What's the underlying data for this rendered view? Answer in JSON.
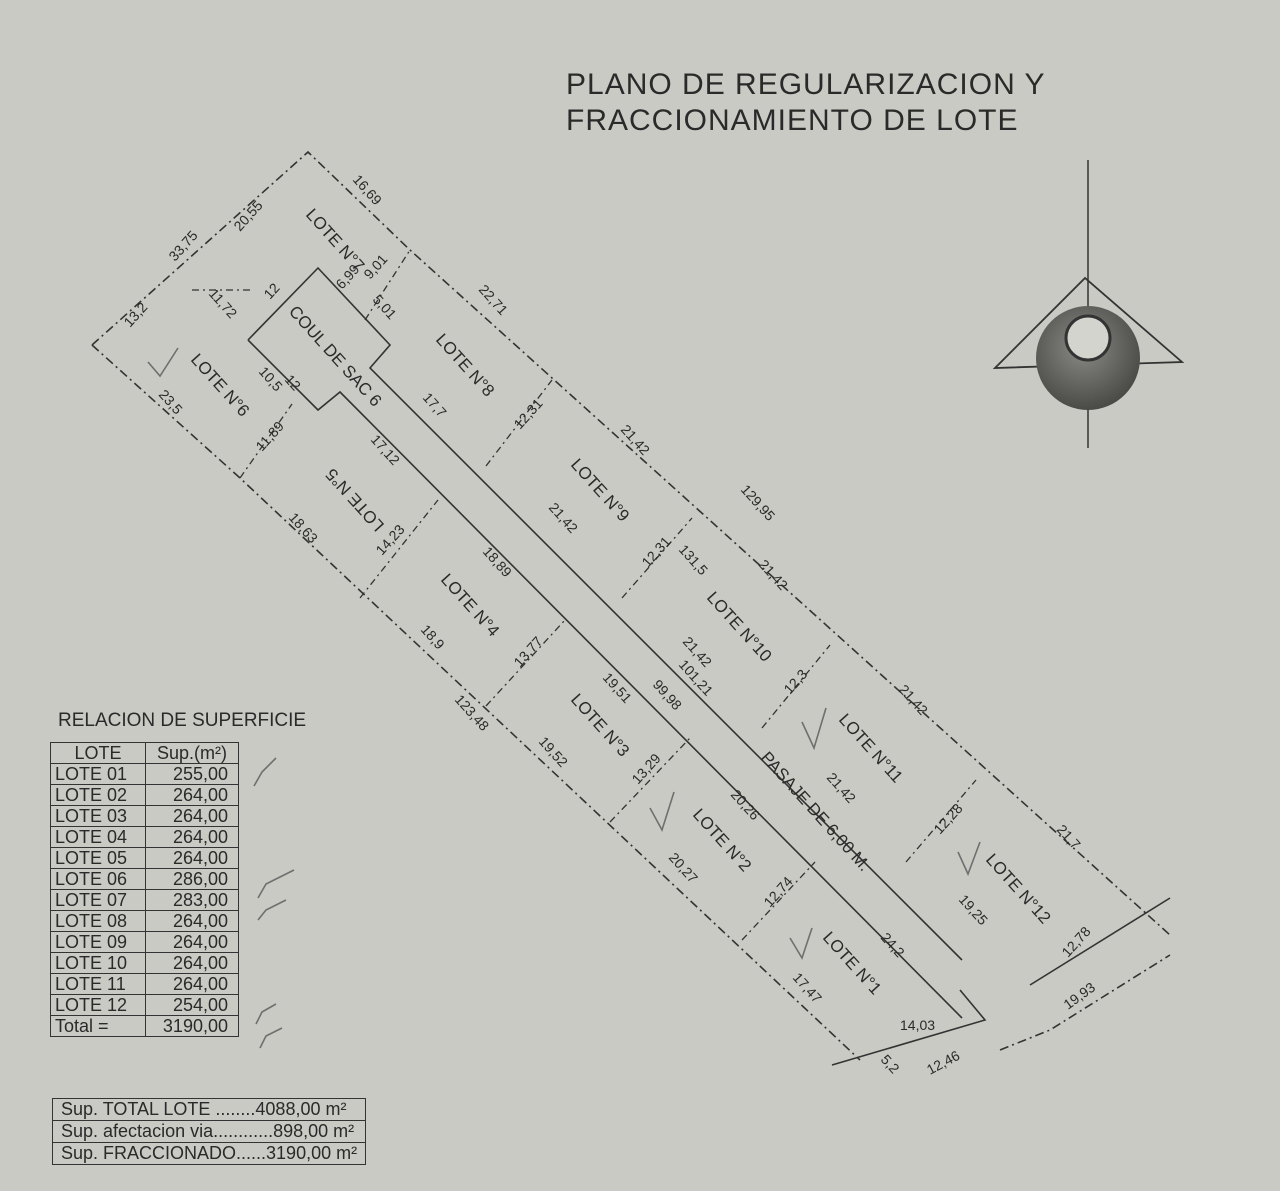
{
  "title": {
    "line1": "PLANO DE REGULARIZACION Y",
    "line2": "FRACCIONAMIENTO DE LOTE"
  },
  "table": {
    "title": "RELACION DE SUPERFICIE",
    "header": [
      "LOTE",
      "Sup.(m²)"
    ],
    "rows": [
      [
        "LOTE 01",
        "255,00"
      ],
      [
        "LOTE 02",
        "264,00"
      ],
      [
        "LOTE 03",
        "264,00"
      ],
      [
        "LOTE 04",
        "264,00"
      ],
      [
        "LOTE 05",
        "264,00"
      ],
      [
        "LOTE 06",
        "286,00"
      ],
      [
        "LOTE 07",
        "283,00"
      ],
      [
        "LOTE 08",
        "264,00"
      ],
      [
        "LOTE 09",
        "264,00"
      ],
      [
        "LOTE 10",
        "264,00"
      ],
      [
        "LOTE 11",
        "264,00"
      ],
      [
        "LOTE 12",
        "254,00"
      ]
    ],
    "total": [
      "Total =",
      "3190,00"
    ]
  },
  "summary": [
    "Sup. TOTAL LOTE ........4088,00 m²",
    "Sup. afectacion via............898,00 m²",
    "Sup. FRACCIONADO......3190,00 m²"
  ],
  "lot_labels": {
    "l1": "LOTE N°1",
    "l2": "LOTE N°2",
    "l3": "LOTE N°3",
    "l4": "LOTE N°4",
    "l5": "LOTE N°5",
    "l6": "LOTE N°6",
    "l7": "LOTE N°7",
    "l8": "LOTE N°8",
    "l9": "LOTE N°9",
    "l10": "LOTE N°10",
    "l11": "LOTE N°11",
    "l12": "LOTE N°12"
  },
  "street_labels": {
    "coul": "COUL DE SAC 6",
    "pasaje": "PASAJE DE 6,00 M."
  },
  "dims": {
    "d16_69": "16,69",
    "d33_75": "33,75",
    "d20_55": "20,55",
    "d13_2": "13,2",
    "d11_72": "11,72",
    "d23_5": "23,5",
    "d9_01": "9,01",
    "d6_99": "6,99",
    "d5_01": "5,01",
    "d12a": "12",
    "d12b": "12",
    "d10_5": "10,5",
    "d22_71": "22,71",
    "d12_31a": "12,31",
    "d17_7": "17,7",
    "d11_89": "11,89",
    "d17_12": "17,12",
    "d21_42a": "21,42",
    "d129_95": "129,95",
    "d21_42b": "21,42",
    "d12_31b": "12,31",
    "d131_5": "131,5",
    "d21_42c": "21,42",
    "d18_63": "18,63",
    "d14_23": "14,23",
    "d18_89": "18,89",
    "d21_42d": "21,42",
    "d101_21": "101,21",
    "d12_3": "12,3",
    "d21_42e": "21,42",
    "d18_9": "18,9",
    "d13_77": "13,77",
    "d19_51": "19,51",
    "d99_98": "99,98",
    "d123_48": "123,48",
    "d19_52": "19,52",
    "d13_29": "13,29",
    "d20_26": "20,26",
    "d21_42f": "21,42",
    "d12_28": "12,28",
    "d21_7": "21,7",
    "d20_27": "20,27",
    "d12_74": "12,74",
    "d19_25": "19,25",
    "d24_2": "24,2",
    "d12_78": "12,78",
    "d17_47": "17,47",
    "d14_03": "14,03",
    "d19_93": "19,93",
    "d5_2": "5,2",
    "d12_46": "12,46"
  },
  "colors": {
    "paper": "#c9cac4",
    "ink": "#2a2a2a",
    "check": "#6f6f6f"
  }
}
